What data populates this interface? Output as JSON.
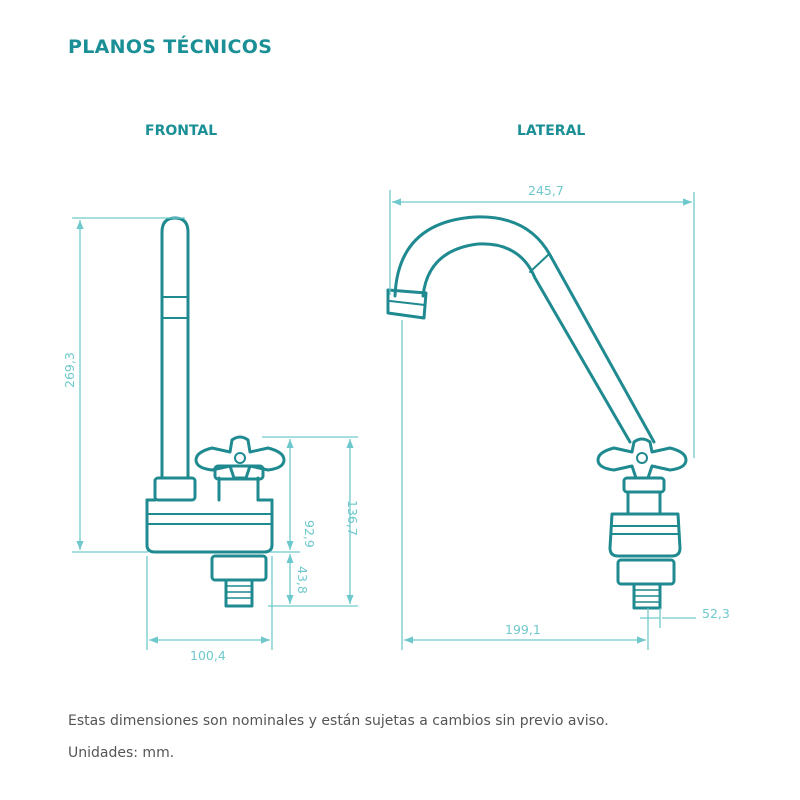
{
  "title": "PLANOS TÉCNICOS",
  "views": {
    "front": "FRONTAL",
    "side": "LATERAL"
  },
  "dimensions": {
    "front_height_total": "269,3",
    "front_handle_height": "92,9",
    "front_body_height": "136,7",
    "front_thread_height": "43,8",
    "front_base_width": "100,4",
    "side_total_width": "245,7",
    "side_reach": "199,1",
    "side_thread_width": "52,3"
  },
  "notes": {
    "disclaimer": "Estas dimensiones son nominales y están sujetas a cambios sin previo aviso.",
    "units": "Unidades: mm."
  },
  "colors": {
    "accent": "#1a8f96",
    "line": "#1f8a90",
    "dimension": "#6fc9cc",
    "text": "#555555"
  }
}
